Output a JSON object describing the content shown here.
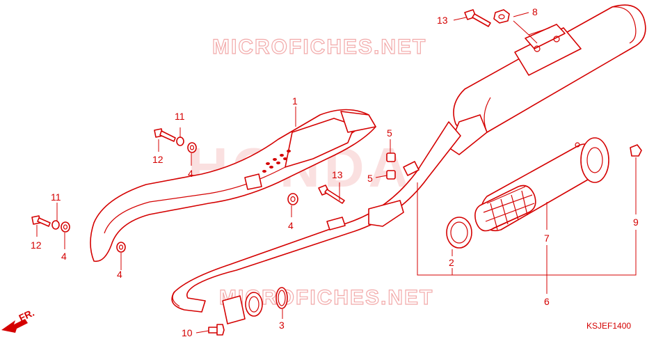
{
  "watermarks": {
    "site_top": "MICROFICHES.NET",
    "site_bottom": "MICROFICHES.NET",
    "brand": "HONDA"
  },
  "callouts": [
    {
      "id": "c13a",
      "text": "13"
    },
    {
      "id": "c8",
      "text": "8"
    },
    {
      "id": "c1",
      "text": "1"
    },
    {
      "id": "c11a",
      "text": "11"
    },
    {
      "id": "c12a",
      "text": "12"
    },
    {
      "id": "c4a",
      "text": "4"
    },
    {
      "id": "c5a",
      "text": "5"
    },
    {
      "id": "c5b",
      "text": "5"
    },
    {
      "id": "c13b",
      "text": "13"
    },
    {
      "id": "c4b",
      "text": "4"
    },
    {
      "id": "c11b",
      "text": "11"
    },
    {
      "id": "c12b",
      "text": "12"
    },
    {
      "id": "c4c",
      "text": "4"
    },
    {
      "id": "c4d",
      "text": "4"
    },
    {
      "id": "c9",
      "text": "9"
    },
    {
      "id": "c7",
      "text": "7"
    },
    {
      "id": "c2",
      "text": "2"
    },
    {
      "id": "c6",
      "text": "6"
    },
    {
      "id": "c3",
      "text": "3"
    },
    {
      "id": "c10",
      "text": "10"
    }
  ],
  "direction_marker": "FR.",
  "diagram_code": "KSJEF1400",
  "colors": {
    "line": "#d40000",
    "watermark": "#f2a9a9",
    "background": "#ffffff"
  }
}
